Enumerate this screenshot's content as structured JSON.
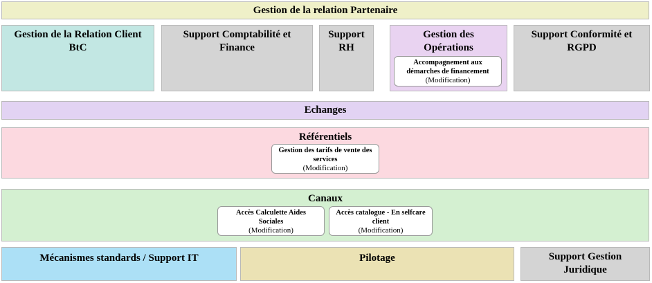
{
  "palette": {
    "banner_bg": "#eff0c8",
    "teal_bg": "#c2e7e3",
    "gray_bg": "#d4d4d4",
    "purple_bg": "#e9d3f1",
    "lavender_bg": "#e2d3f3",
    "pink_bg": "#fcd9e0",
    "green_bg": "#d4f0d1",
    "blue_bg": "#ace0f6",
    "beige_bg": "#ebe2b4",
    "block_border": "#b9b9b9",
    "card_border": "#9a9a9a",
    "card_bg": "#ffffff",
    "text": "#000000"
  },
  "banner": {
    "label": "Gestion de la relation Partenaire"
  },
  "domains": {
    "client_btc": {
      "label": "Gestion de la Relation Client\nBtC"
    },
    "compta": {
      "label": "Support Comptabilité et\nFinance"
    },
    "rh": {
      "label": "Support\nRH"
    },
    "operations": {
      "label": "Gestion des\nOpérations",
      "feature": {
        "label": "Accompagnement aux\ndémarches de financement",
        "tag": "(Modification)"
      }
    },
    "conformite": {
      "label": "Support Conformité et\nRGPD"
    }
  },
  "bands": {
    "echanges": {
      "label": "Echanges"
    },
    "referentiels": {
      "label": "Référentiels",
      "feature": {
        "label": "Gestion des tarifs de vente des\nservices",
        "tag": "(Modification)"
      }
    },
    "canaux": {
      "label": "Canaux",
      "features": [
        {
          "label": "Accès Calculette Aides\nSociales",
          "tag": "(Modification)"
        },
        {
          "label": "Accès catalogue - En selfcare\nclient",
          "tag": "(Modification)"
        }
      ]
    }
  },
  "bottom": {
    "mecanismes": {
      "label": "Mécanismes standards / Support IT"
    },
    "pilotage": {
      "label": "Pilotage"
    },
    "juridique": {
      "label": "Support Gestion\nJuridique"
    }
  }
}
